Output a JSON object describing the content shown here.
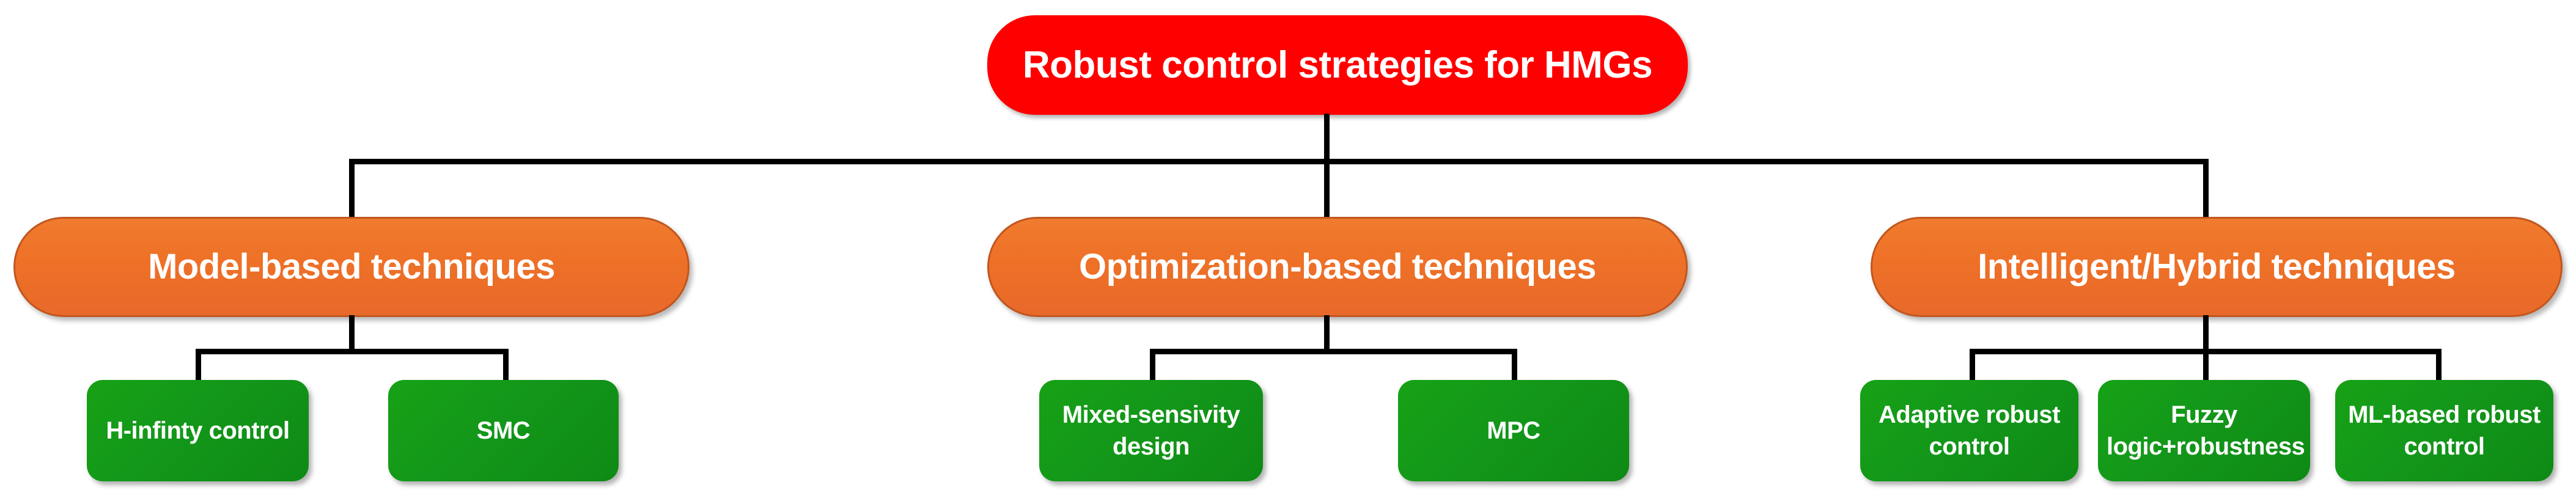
{
  "diagram": {
    "type": "tree",
    "root": {
      "label": "Robust control strategies for HMGs",
      "color": "#FF0000",
      "text_color": "#FFFFFF"
    },
    "connector_color": "#000000",
    "categories": [
      {
        "label": "Model-based techniques",
        "color": "#EE7127",
        "text_color": "#FFFFFF",
        "children": [
          {
            "label": "H-infinty control",
            "color": "#13971A",
            "text_color": "#FFFFFF"
          },
          {
            "label": "SMC",
            "color": "#13971A",
            "text_color": "#FFFFFF"
          }
        ]
      },
      {
        "label": "Optimization-based techniques",
        "color": "#EE7127",
        "text_color": "#FFFFFF",
        "children": [
          {
            "label": "Mixed-sensivity design",
            "color": "#13971A",
            "text_color": "#FFFFFF"
          },
          {
            "label": "MPC",
            "color": "#13971A",
            "text_color": "#FFFFFF"
          }
        ]
      },
      {
        "label": "Intelligent/Hybrid techniques",
        "color": "#EE7127",
        "text_color": "#FFFFFF",
        "children": [
          {
            "label": "Adaptive robust control",
            "color": "#13971A",
            "text_color": "#FFFFFF"
          },
          {
            "label": "Fuzzy logic+robustness",
            "color": "#13971A",
            "text_color": "#FFFFFF"
          },
          {
            "label": "ML-based robust control",
            "color": "#13971A",
            "text_color": "#FFFFFF"
          }
        ]
      }
    ]
  }
}
